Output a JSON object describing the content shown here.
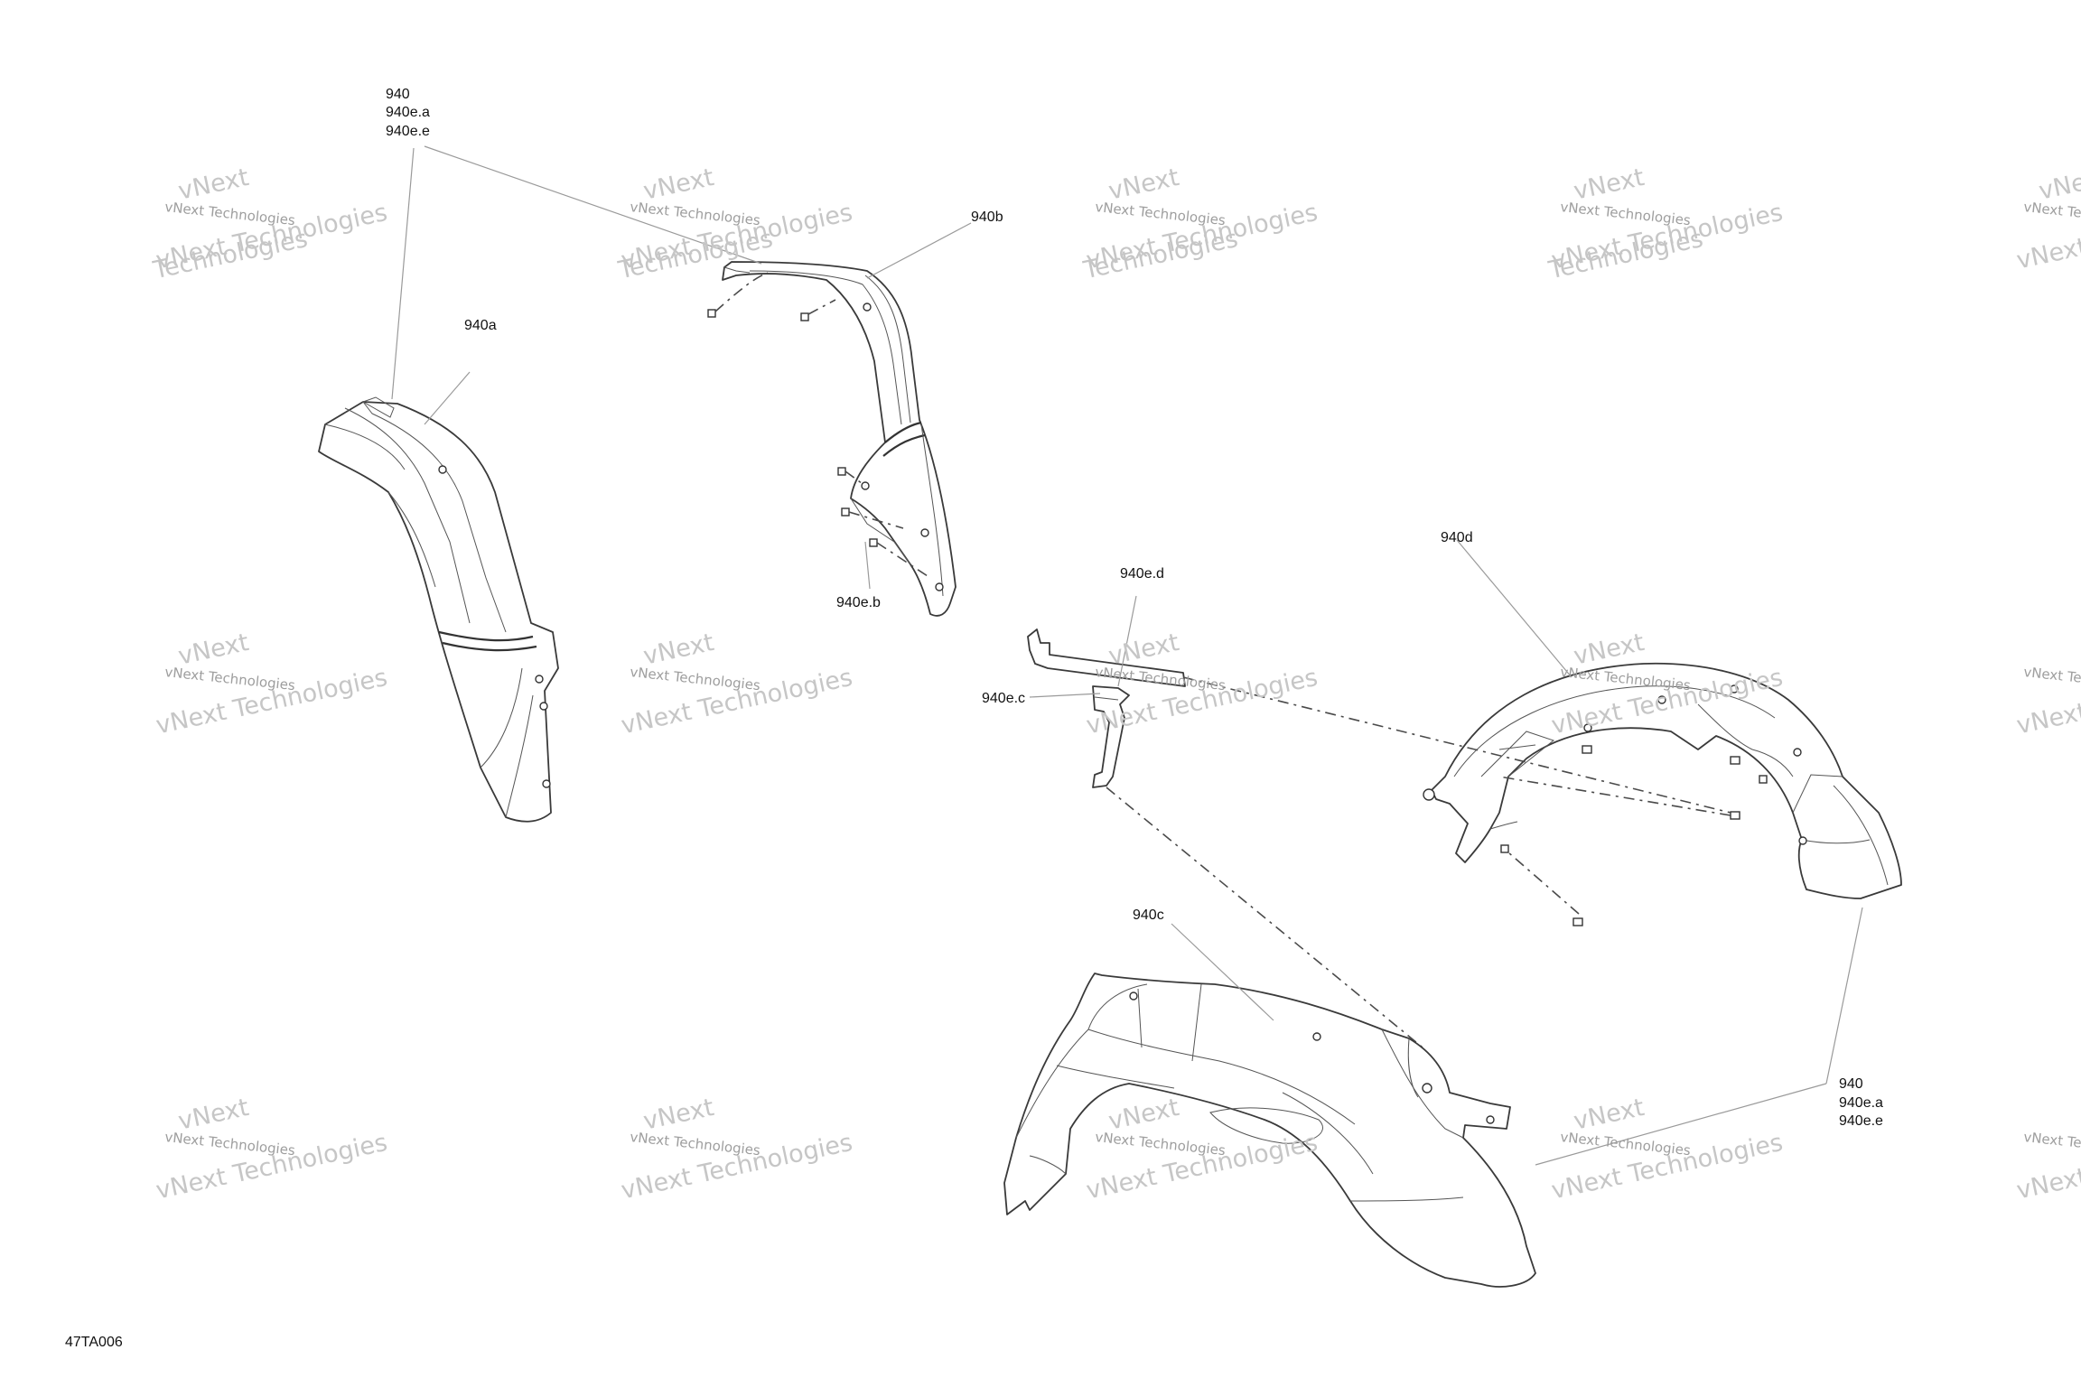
{
  "diagram_code": "47TA006",
  "watermark": {
    "line1": "vNext Technologies",
    "line2": "Technologies",
    "line3": "vNext"
  },
  "callouts": {
    "top_left_1": "940",
    "top_left_2": "940e.a",
    "top_left_3": "940e.e",
    "part_a": "940a",
    "part_b": "940b",
    "part_b_fastener": "940e.b",
    "part_c": "940c",
    "part_d": "940d",
    "bracket_d": "940e.d",
    "bracket_c": "940e.c",
    "bottom_right_1": "940",
    "bottom_right_2": "940e.a",
    "bottom_right_3": "940e.e"
  }
}
